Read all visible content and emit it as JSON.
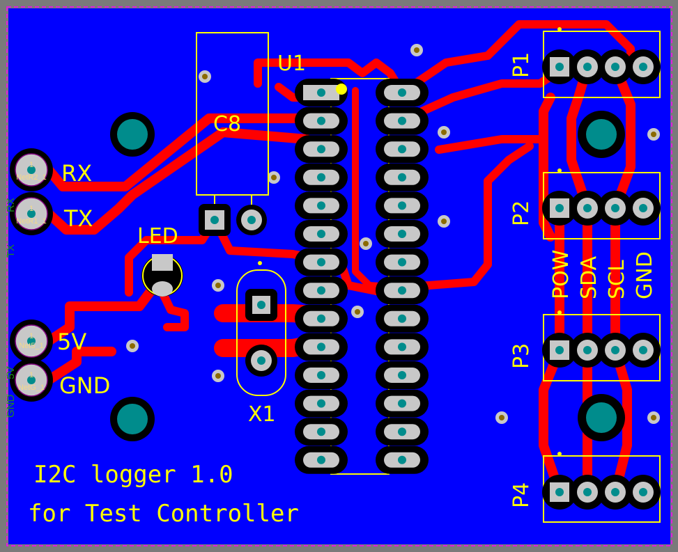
{
  "board": {
    "title_line1": "I2C logger 1.0",
    "title_line2": "for Test Controller",
    "colors": {
      "board": "#0000ff",
      "top_copper": "#ff0000",
      "silkscreen": "#ffff00",
      "pad": "#c8c8c8",
      "hole": "#008c8c",
      "frame": "#7a7a7a",
      "outline": "#ff00ff"
    }
  },
  "components": {
    "u1": "U1",
    "c8": "C8",
    "led": "LED",
    "x1": "X1",
    "p1": "P1",
    "p2": "P2",
    "p3": "P3",
    "p4": "P4"
  },
  "left_labels": {
    "rx": "RX",
    "tx": "TX",
    "v5": "5V",
    "gnd": "GND"
  },
  "pad_nets": [
    {
      "pin": "1",
      "net": "NetR2_1"
    },
    {
      "pin": "1",
      "net": "NetR1_1"
    },
    {
      "pin": "1",
      "net": "Net5_1"
    },
    {
      "pin": "1",
      "net": "NetG_1"
    }
  ],
  "edge_labels": {
    "rx": "RX",
    "tx": "TX",
    "v5": "5V",
    "gnd": "GND"
  },
  "connector_pins": [
    "POW",
    "SDA",
    "SCL",
    "GND"
  ]
}
